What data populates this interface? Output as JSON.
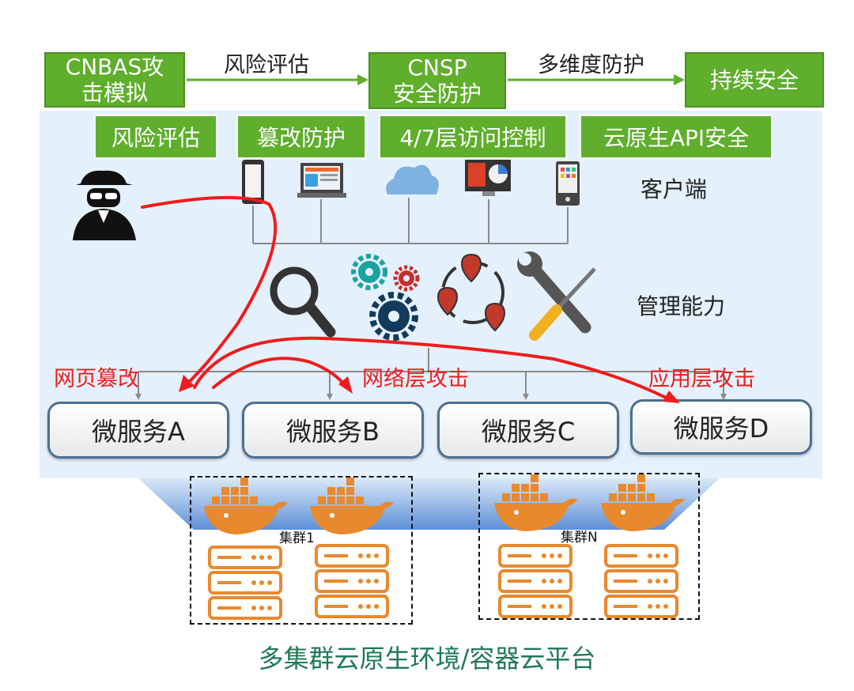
{
  "top_flow": {
    "box1": "CNBAS攻击模拟",
    "box1_l1": "CNBAS攻",
    "box1_l2": "击模拟",
    "arrow1": "风险评估",
    "box2_l1": "CNSP",
    "box2_l2": "安全防护",
    "arrow2": "多维度防护",
    "box3": "持续安全"
  },
  "capabilities": [
    "风险评估",
    "篡改防护",
    "4/7层访问控制",
    "云原生API安全"
  ],
  "layers": {
    "client": "客户端",
    "management": "管理能力"
  },
  "attacks": [
    "网页篡改",
    "网络层攻击",
    "应用层攻击"
  ],
  "microservices": [
    "微服务A",
    "微服务B",
    "微服务C",
    "微服务D"
  ],
  "clusters": [
    "集群1",
    "集群N"
  ],
  "footer": "多集群云原生环境/容器云平台",
  "colors": {
    "green": "#5fae2c",
    "panel": "#e4f0fb",
    "attack_red": "#f01c1c",
    "docker_orange": "#e8892d",
    "footer_green": "#1f7a55"
  },
  "icons": [
    "hacker-icon",
    "phone-icon",
    "laptop-icon",
    "cloud-icon",
    "dashboard-icon",
    "mobile-icon",
    "magnifier-icon",
    "gears-icon",
    "location-cycle-icon",
    "wrench-screwdriver-icon",
    "docker-whale-icon",
    "server-stack-icon"
  ]
}
